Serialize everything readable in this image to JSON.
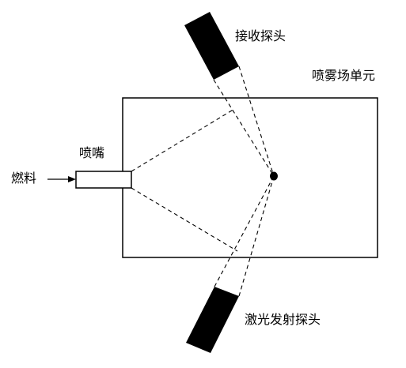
{
  "labels": {
    "receiver_probe": "接收探头",
    "spray_cell": "喷雾场单元",
    "nozzle": "喷嘴",
    "fuel": "燃料",
    "laser_probe": "激光发射探头"
  },
  "colors": {
    "stroke": "#000000",
    "probe_fill": "#000000",
    "background": "#ffffff"
  }
}
